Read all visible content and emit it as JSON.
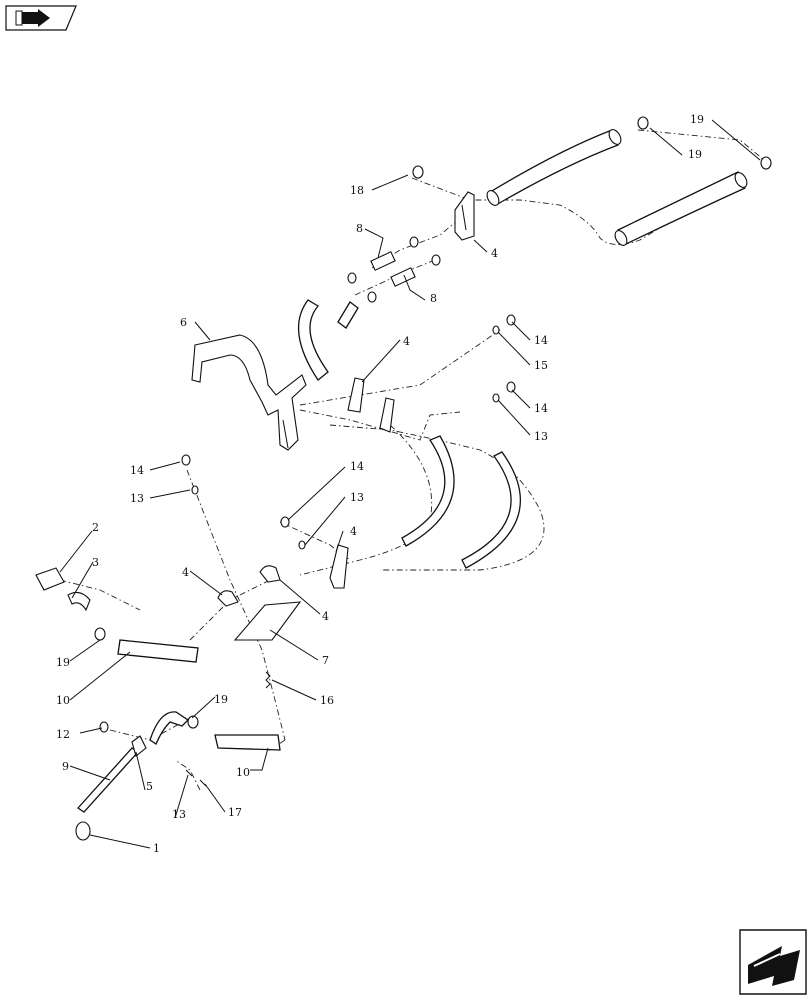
{
  "callouts": {
    "c1": "1",
    "c2": "2",
    "c3": "3",
    "c4a": "4",
    "c4b": "4",
    "c4c": "4",
    "c4d": "4",
    "c4e": "4",
    "c5": "5",
    "c6": "6",
    "c7": "7",
    "c8a": "8",
    "c8b": "8",
    "c9": "9",
    "c10a": "10",
    "c10b": "10",
    "c12": "12",
    "c13a": "13",
    "c13b": "13",
    "c13c": "13",
    "c13d": "13",
    "c14a": "14",
    "c14b": "14",
    "c14c": "14",
    "c14d": "14",
    "c15": "15",
    "c16": "16",
    "c17": "17",
    "c18": "18",
    "c19a": "19",
    "c19b": "19",
    "c19c": "19",
    "c19d": "19"
  },
  "icons": {
    "top_left": "previous-page-arrow-icon",
    "bottom_right": "next-page-arrow-icon"
  }
}
